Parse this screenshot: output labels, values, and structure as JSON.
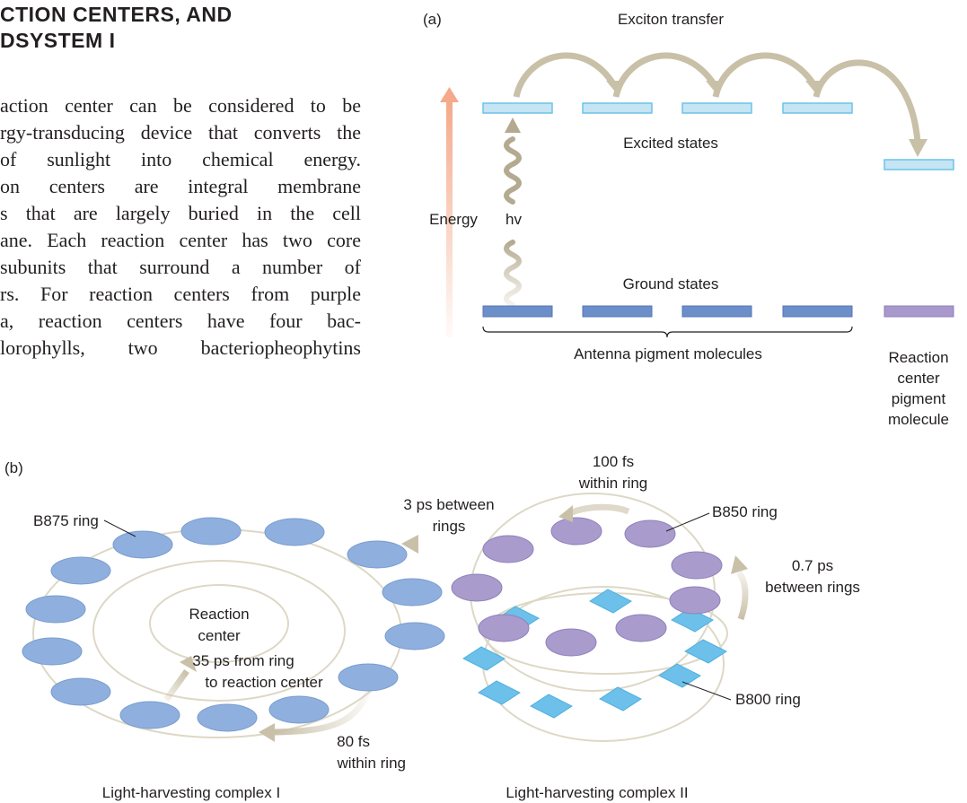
{
  "heading": {
    "line1": "CTION CENTERS, AND",
    "line2": "DSYSTEM I"
  },
  "body_lines": [
    "action center can be considered to be",
    "rgy-transducing device that converts the",
    "of sunlight into chemical energy.",
    "on centers are integral membrane",
    "s that are largely buried in the cell",
    "ane. Each reaction center has two core",
    "subunits that surround a number of",
    "rs. For reaction centers from purple",
    "a, reaction centers have four bac-",
    "lorophylls, two bacteriopheophytins"
  ],
  "panel_a": {
    "panel_label": "(a)",
    "exciton_transfer": "Exciton transfer",
    "excited_states": "Excited states",
    "energy": "Energy",
    "hv": "hv",
    "ground_states": "Ground states",
    "antenna": "Antenna pigment molecules",
    "reaction_center_lines": [
      "Reaction",
      "center",
      "pigment",
      "molecule"
    ]
  },
  "panel_b": {
    "panel_label": "(b)",
    "b875": "B875 ring",
    "reaction_center_lines": [
      "Reaction",
      "center"
    ],
    "ps35_lines": [
      "35 ps from ring",
      "to reaction center"
    ],
    "fs80_lines": [
      "80 fs",
      "within ring"
    ],
    "ps3_lines": [
      "3 ps between",
      "rings"
    ],
    "fs100_lines": [
      "100 fs",
      "within ring"
    ],
    "b850": "B850 ring",
    "ps07_lines": [
      "0.7 ps",
      "between rings"
    ],
    "b800": "B800 ring",
    "lh1": "Light-harvesting complex I",
    "lh2": "Light-harvesting complex II"
  },
  "colors": {
    "excited_fill": "#c5e4f4",
    "excited_stroke": "#6cc3e8",
    "ground_fill": "#6c8fc9",
    "reaction_fill": "#a898cc",
    "energy_arrow": "#f4a98a",
    "transfer_arrow": "#c9c0a8",
    "b875_fill": "#8fb0de",
    "b850_fill": "#a99ccc",
    "b800_fill": "#6cc0ea"
  }
}
